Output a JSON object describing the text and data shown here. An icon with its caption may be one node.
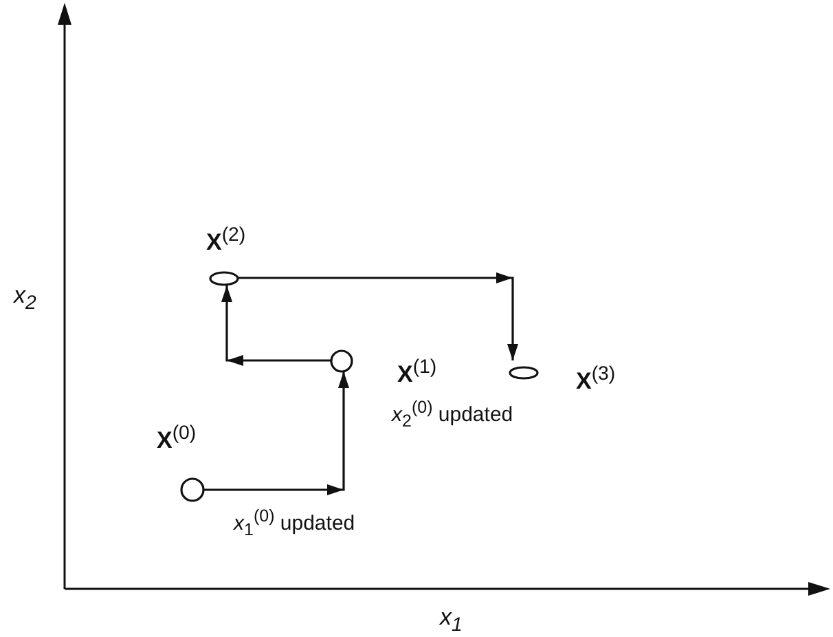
{
  "diagram": {
    "nodes": [
      {
        "text": [],
        "shape": "circle",
        "beside": [
          "**X**$^{(0)}$"
        ]
      },
      {
        "text": [],
        "shape": "circle",
        "beside": [
          "**X**$^{(1)}$"
        ]
      },
      {
        "text": [],
        "shape": "ellipse",
        "beside": [
          "**X**$^{(2)}$"
        ]
      },
      {
        "text": [],
        "shape": "ellipse",
        "beside": [
          "**X**$^{(3)}$"
        ]
      }
    ],
    "edges": [
      {
        "from": 0,
        "to": 1,
        "arrow": "to"
      },
      {
        "from": 1,
        "to": 2,
        "arrow": "to"
      },
      {
        "from": 2,
        "to": 3,
        "arrow": "to"
      }
    ],
    "labels": [
      "x$_{2}$",
      "*x*$_{2}$$^{(0)}$ updated",
      "*x*$_{1}$$^{(0)}$ updated",
      "x$_{1}$"
    ]
  }
}
